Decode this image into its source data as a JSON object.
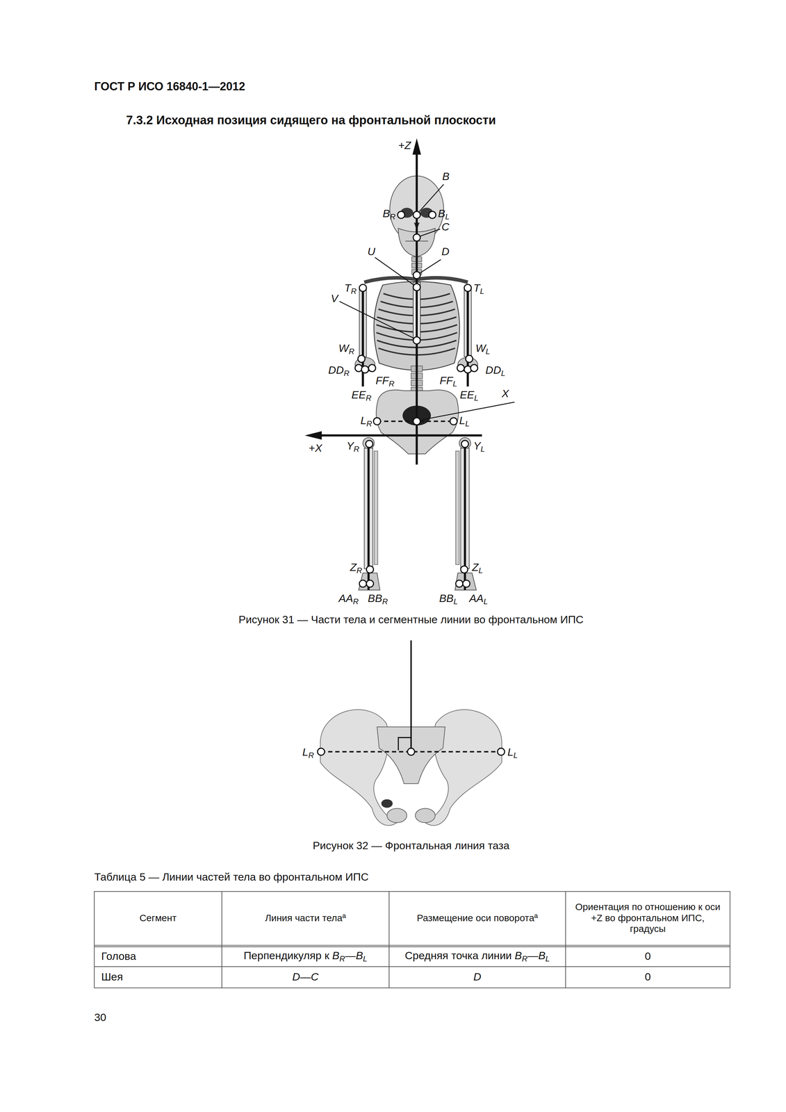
{
  "diagram": {
    "title": "7.3.2 Исходная позиция сидящего на фронтальной плоскости",
    "labels": [
      "ГОСТ Р ИСО 16840-1—2012",
      "+Z",
      "B",
      "BR",
      "BL",
      "C",
      "U",
      "D",
      "TR",
      "TL",
      "V",
      "WR",
      "WL",
      "DDR",
      "DDL",
      "FFR",
      "FFL",
      "EER",
      "EEL",
      "X",
      "LR",
      "LL",
      "+X",
      "YR",
      "YL",
      "ZR",
      "ZL",
      "AAR",
      "BBR",
      "BBL",
      "AAL",
      "Рисунок 31 — Части тела и сегментные линии во фронтальном ИПС",
      "LR",
      "LL",
      "Рисунок 32 — Фронтальная линия таза",
      "Таблица 5 — Линии частей тела во фронтальном ИПС",
      "Сегмент",
      "Линия части телаª",
      "Размещение оси поворотаª",
      "Ориентация по отношению к оси +Z во фронтальном ИПС, градусы",
      "Голова",
      "Перпендикуляр к BR—BL",
      "Средняя точка линии BR—BL",
      "0",
      "Шея",
      "D—C",
      "D",
      "0",
      "30"
    ]
  }
}
